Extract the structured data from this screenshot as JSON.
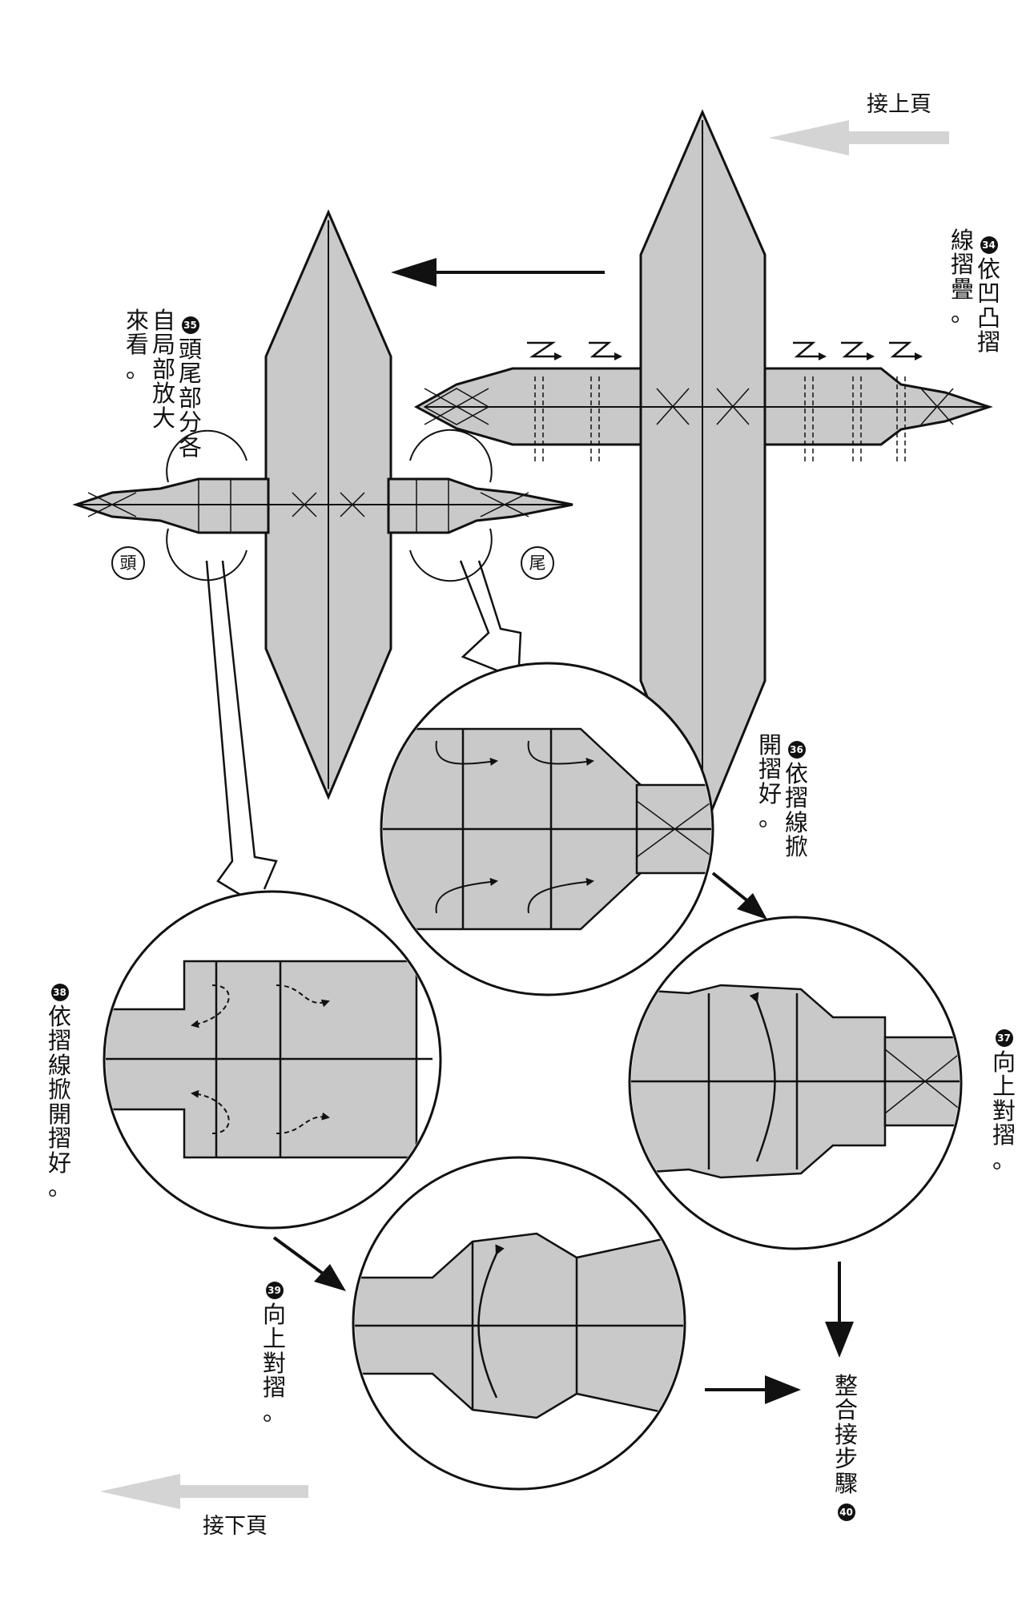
{
  "nav": {
    "prev_page": "接上頁",
    "next_page": "接下頁"
  },
  "steps": [
    {
      "number": "34",
      "text": "依凹凸摺線摺疊。"
    },
    {
      "number": "35",
      "text": "頭尾部分各自局部放大來看。"
    },
    {
      "number": "36",
      "text": "依摺線掀開摺好。"
    },
    {
      "number": "37",
      "text": "向上對摺。"
    },
    {
      "number": "38",
      "text": "依摺線掀開摺好。"
    },
    {
      "number": "39",
      "text": "向上對摺。"
    },
    {
      "number": "40",
      "text": "整合接步驟"
    }
  ],
  "tags": {
    "head": "頭",
    "tail": "尾"
  },
  "colors": {
    "paper": "#c9c9c9",
    "ink": "#111111",
    "arrow_gray": "#d4d4d4"
  }
}
